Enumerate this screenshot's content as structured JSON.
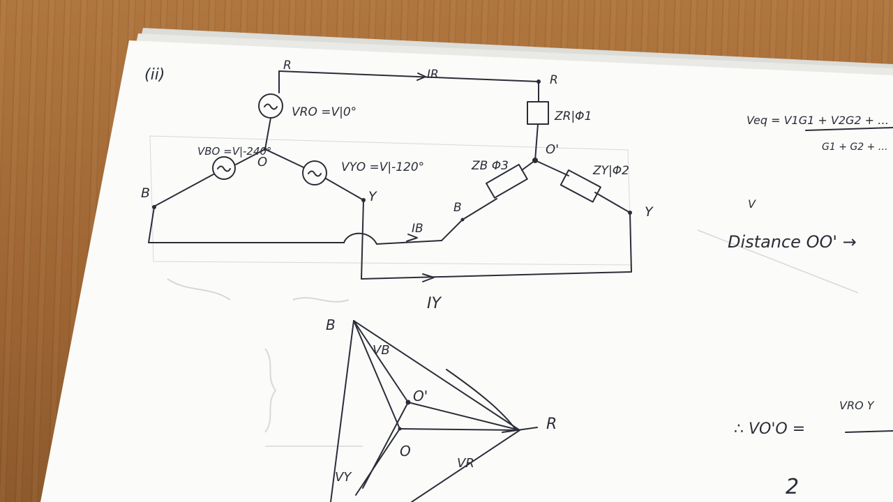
{
  "sheet": {
    "part_label": "(ii)",
    "circuit": {
      "source_labels": {
        "R": "R",
        "B": "B",
        "Y": "Y",
        "O": "O",
        "VRO": "VRO =V|0°",
        "VBO": "VBO =V|-240°",
        "VYO": "VYO =V|-120°"
      },
      "load_labels": {
        "R": "R",
        "B": "B",
        "Y": "Y",
        "O_prime": "O'",
        "ZR": "ZR|Φ1",
        "ZB": "ZB Φ3",
        "ZY": "ZY|Φ2"
      },
      "currents": {
        "IR": "IR",
        "IB": "IB",
        "IY": "IY"
      }
    },
    "phasor": {
      "B": "B",
      "R": "R",
      "O": "O",
      "O_prime": "O'",
      "VB": "VB",
      "VY": "VY",
      "VR": "VR"
    },
    "notes": {
      "veq": "Veq = V1G1 + V2G2 + …",
      "veq_den": "G1 + G2 + …",
      "vo_partial": "V",
      "distance": "Distance OO' →",
      "voo": "∴ VO'O =",
      "voo_num": "VRO Y",
      "qmark": "2"
    }
  }
}
